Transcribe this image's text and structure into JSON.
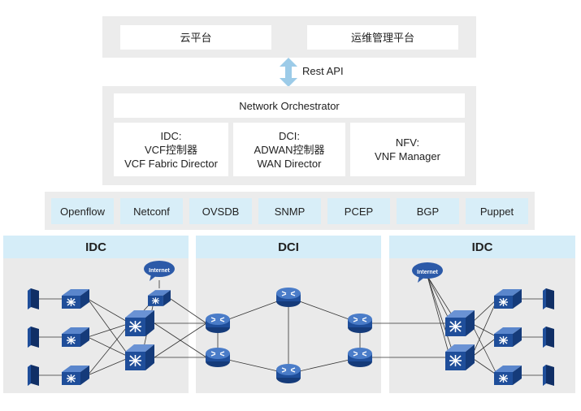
{
  "top_platforms": [
    "云平台",
    "运维管理平台"
  ],
  "rest_api_label": "Rest API",
  "orchestrator": {
    "title": "Network Orchestrator",
    "modules": [
      [
        "IDC:",
        "VCF控制器",
        "VCF Fabric Director"
      ],
      [
        "DCI:",
        "ADWAN控制器",
        "WAN Director"
      ],
      [
        "NFV:",
        "VNF Manager"
      ]
    ]
  },
  "protocols": [
    "Openflow",
    "Netconf",
    "OVSDB",
    "SNMP",
    "PCEP",
    "BGP",
    "Puppet"
  ],
  "zones": [
    "IDC",
    "DCI",
    "IDC"
  ],
  "internet_label": "Internet",
  "colors": {
    "device_blue": "#1f4e9a",
    "header_blue": "#d5edf8",
    "arrow_blue": "#9ccbe8"
  }
}
